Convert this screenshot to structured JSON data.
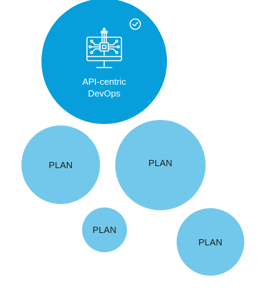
{
  "selected_bubble": {
    "label_line1": "API-centric",
    "label_line2": "DevOps",
    "icon": "computer-chip-icon",
    "status_icon": "check-circle-icon",
    "selected": true
  },
  "plan_bubbles": [
    {
      "label": "PLAN"
    },
    {
      "label": "PLAN"
    },
    {
      "label": "PLAN"
    },
    {
      "label": "PLAN"
    }
  ],
  "colors": {
    "selected_fill": "#069fdb",
    "plan_fill": "#72c8ea",
    "selected_text": "#ffffff",
    "plan_text": "#1c1c1c"
  }
}
